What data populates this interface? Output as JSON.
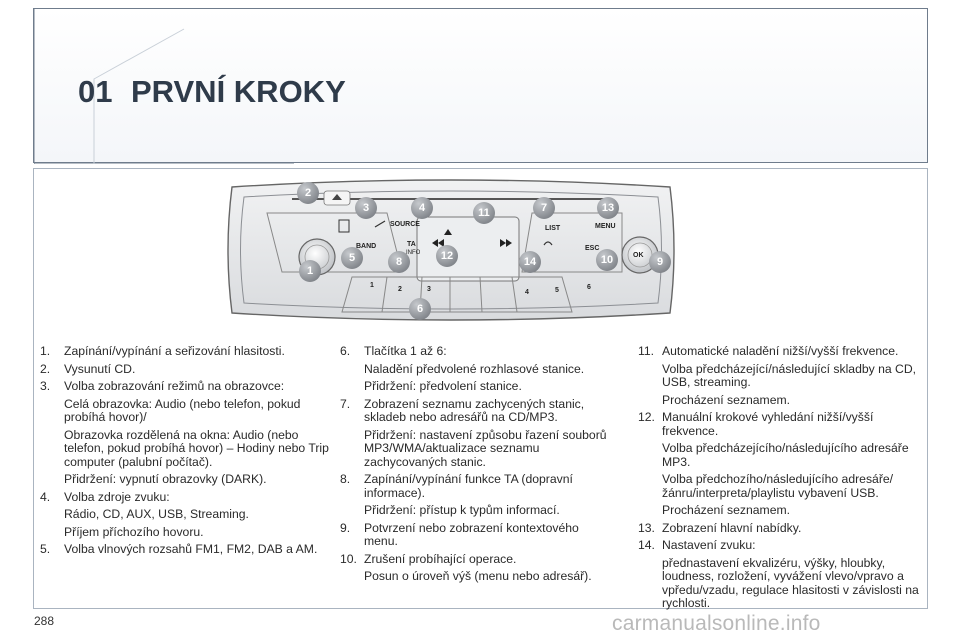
{
  "header": {
    "chapter_number": "01",
    "title": "PRVNÍ KROKY"
  },
  "radio": {
    "callouts": [
      "1",
      "2",
      "3",
      "4",
      "5",
      "6",
      "7",
      "8",
      "9",
      "10",
      "11",
      "12",
      "13",
      "14"
    ],
    "button_labels": {
      "source": "SOURCE",
      "band": "BAND",
      "ta": "TA",
      "info": "INFO",
      "list": "LIST",
      "menu": "MENU",
      "esc": "ESC",
      "ok": "OK"
    },
    "presets": [
      "1",
      "2",
      "3",
      "4",
      "5",
      "6"
    ]
  },
  "columns": [
    [
      {
        "n": "1.",
        "t": "Zapínání/vypínání a seřizování hlasitosti.",
        "subs": []
      },
      {
        "n": "2.",
        "t": "Vysunutí CD.",
        "subs": []
      },
      {
        "n": "3.",
        "t": "Volba zobrazování režimů na obrazovce:",
        "subs": [
          "Celá obrazovka: Audio (nebo telefon, pokud probíhá hovor)/",
          "Obrazovka rozdělená na okna: Audio (nebo telefon, pokud probíhá hovor) – Hodiny nebo Trip computer (palubní počítač).",
          "Přidržení: vypnutí obrazovky (DARK)."
        ]
      },
      {
        "n": "4.",
        "t": "Volba zdroje zvuku:",
        "subs": [
          "Rádio, CD, AUX, USB, Streaming.",
          "Příjem příchozího hovoru."
        ]
      },
      {
        "n": "5.",
        "t": "Volba vlnových rozsahů FM1, FM2, DAB a AM.",
        "subs": []
      }
    ],
    [
      {
        "n": "6.",
        "t": "Tlačítka 1 až 6:",
        "subs": [
          "Naladění předvolené rozhlasové stanice.",
          "Přidržení: předvolení stanice."
        ]
      },
      {
        "n": "7.",
        "t": "Zobrazení seznamu zachycených stanic, skladeb nebo adresářů na CD/MP3.",
        "subs": [
          "Přidržení: nastavení způsobu řazení souborů MP3/WMA/aktualizace seznamu zachycovaných stanic."
        ]
      },
      {
        "n": "8.",
        "t": "Zapínání/vypínání funkce TA (dopravní informace).",
        "subs": [
          "Přidržení: přístup k typům informací."
        ]
      },
      {
        "n": "9.",
        "t": "Potvrzení nebo zobrazení kontextového menu.",
        "subs": []
      },
      {
        "n": "10.",
        "t": "Zrušení probíhající operace.",
        "subs": [
          "Posun o úroveň výš (menu nebo adresář)."
        ]
      }
    ],
    [
      {
        "n": "11.",
        "t": "Automatické naladění nižší/vyšší frekvence.",
        "subs": [
          "Volba předcházející/následující skladby na CD, USB, streaming.",
          "Procházení seznamem."
        ]
      },
      {
        "n": "12.",
        "t": "Manuální krokové vyhledání nižší/vyšší frekvence.",
        "subs": [
          "Volba předcházejícího/následujícího adresáře MP3.",
          "Volba předchozího/následujícího adresáře/žánru/interpreta/playlistu vybavení USB.",
          "Procházení seznamem."
        ]
      },
      {
        "n": "13.",
        "t": "Zobrazení hlavní nabídky.",
        "subs": []
      },
      {
        "n": "14.",
        "t": "Nastavení zvuku:",
        "subs": [
          "přednastavení ekvalizéru, výšky, hloubky, loudness, rozložení, vyvážení vlevo/vpravo a vpředu/vzadu, regulace hlasitosti v závislosti na rychlosti."
        ]
      }
    ]
  ],
  "footer": {
    "page_number": "288",
    "watermark": "carmanualsonline.info"
  },
  "colors": {
    "callout": "#7d8187",
    "title": "#2f3b4a",
    "frame": "#6f7c8c"
  }
}
